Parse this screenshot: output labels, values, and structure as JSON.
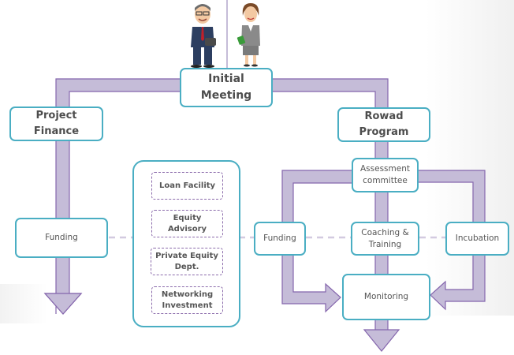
{
  "colors": {
    "pipe_fill": "#c5bcd8",
    "pipe_stroke": "#8566ad",
    "box_border": "#4aaec3",
    "dashed_connector": "#d3cae0",
    "text": "#555555"
  },
  "people": [
    {
      "icon": "businessman-icon"
    },
    {
      "icon": "businesswoman-icon"
    }
  ],
  "nodes": {
    "initial_meeting": "Initial Meeting",
    "project_finance": "Project Finance",
    "rowad_program": "Rowad Program",
    "pf_funding": "Funding",
    "assessment_committee": "Assessment committee",
    "rowad_funding": "Funding",
    "coaching_training": "Coaching & Training",
    "incubation": "Incubation",
    "monitoring": "Monitoring"
  },
  "services": [
    {
      "label": "Loan Facility"
    },
    {
      "label": "Equity Advisory"
    },
    {
      "label": "Private Equity Dept."
    },
    {
      "label": "Networking Investment"
    }
  ]
}
